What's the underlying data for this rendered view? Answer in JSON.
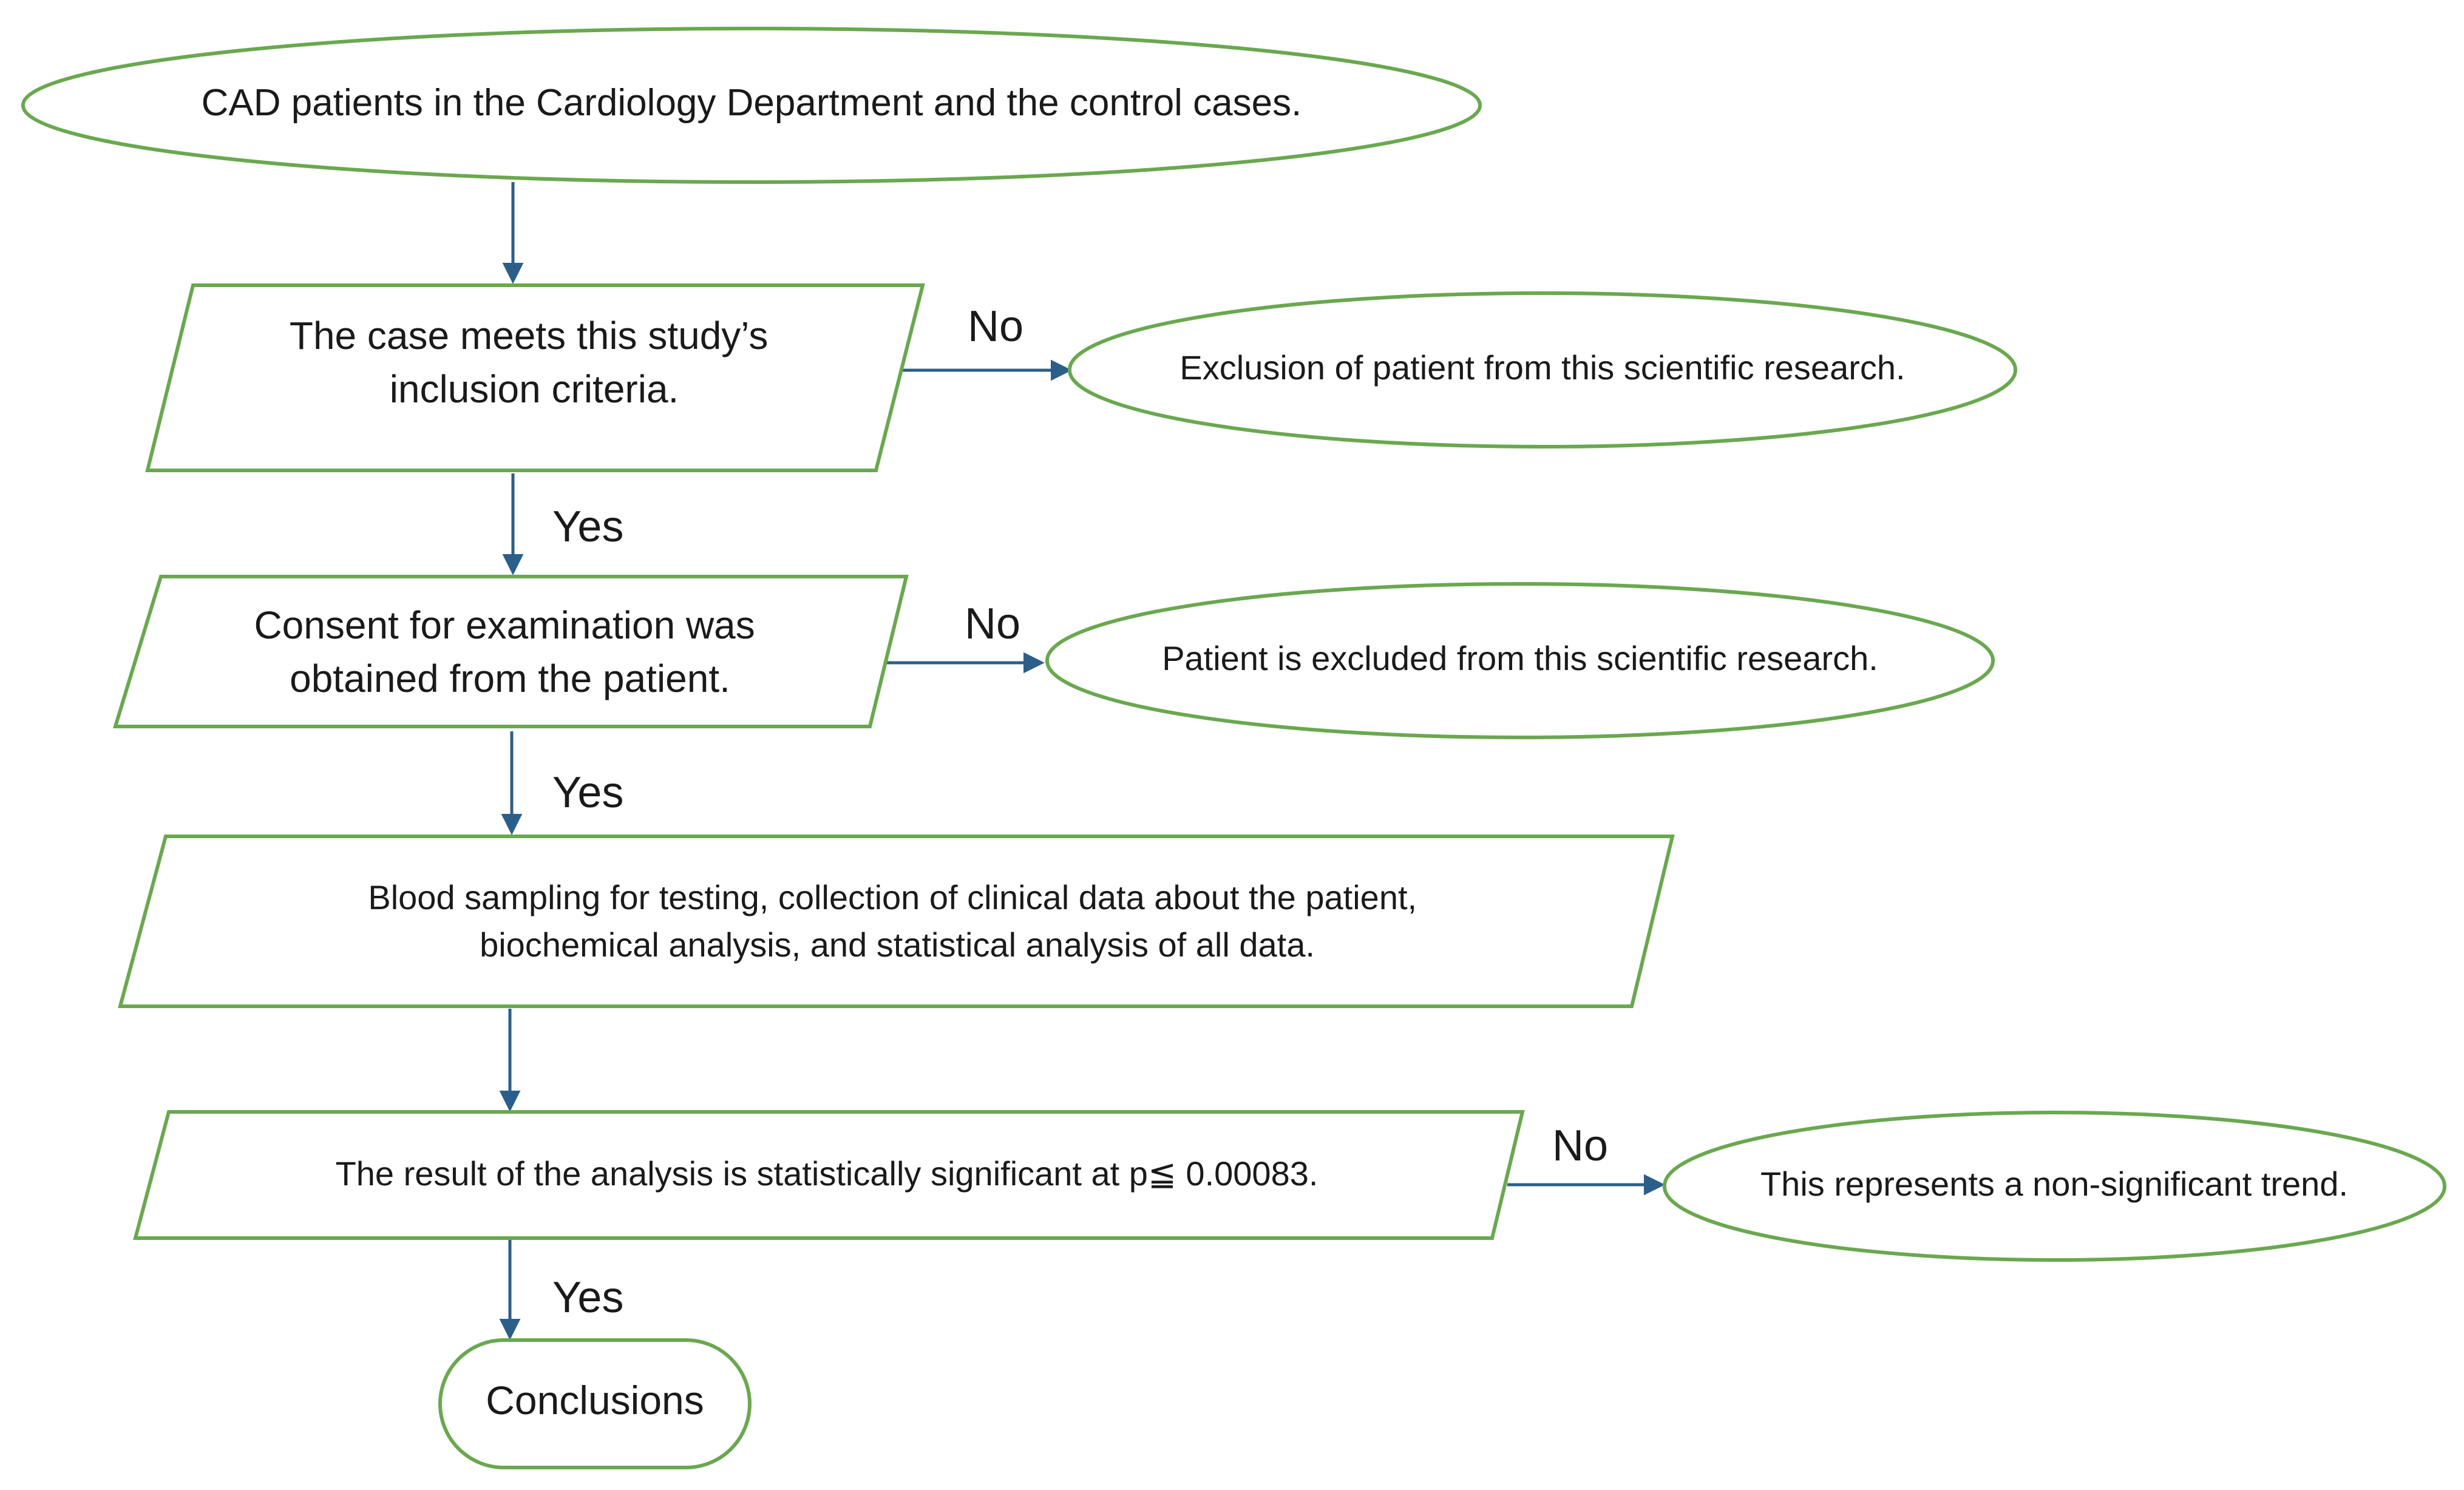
{
  "colors": {
    "node_border": "#6aa84f",
    "arrow": "#2b5f8a",
    "text": "#1a1a1a",
    "background": "#ffffff"
  },
  "nodes": {
    "start": {
      "shape": "terminator",
      "lines": [
        "CAD patients in the Cardiology Department and the control cases."
      ]
    },
    "inclusion": {
      "shape": "parallelogram",
      "lines": [
        "The case meets this study’s",
        "inclusion criteria."
      ]
    },
    "exclusion1": {
      "shape": "terminator",
      "lines": [
        "Exclusion of patient from this scientific research."
      ]
    },
    "consent": {
      "shape": "parallelogram",
      "lines": [
        "Consent for examination was",
        "obtained from the patient."
      ]
    },
    "exclusion2": {
      "shape": "terminator",
      "lines": [
        "Patient is excluded from this scientific research."
      ]
    },
    "sampling": {
      "shape": "parallelogram",
      "lines": [
        "Blood sampling for testing, collection of clinical data about the patient,",
        "biochemical analysis, and statistical analysis of all data."
      ]
    },
    "significance": {
      "shape": "parallelogram",
      "lines": [
        "The result of the analysis is statistically significant at p≦ 0.00083."
      ]
    },
    "trend": {
      "shape": "terminator",
      "lines": [
        "This represents a non-significant trend."
      ]
    },
    "conclusions": {
      "shape": "terminator",
      "lines": [
        "Conclusions"
      ]
    }
  },
  "edges": {
    "start_to_inclusion": {
      "label": ""
    },
    "inclusion_no": {
      "label": "No"
    },
    "inclusion_yes": {
      "label": "Yes"
    },
    "consent_no": {
      "label": "No"
    },
    "consent_yes": {
      "label": "Yes"
    },
    "sampling_to_significance": {
      "label": ""
    },
    "significance_no": {
      "label": "No"
    },
    "significance_yes": {
      "label": "Yes"
    }
  }
}
